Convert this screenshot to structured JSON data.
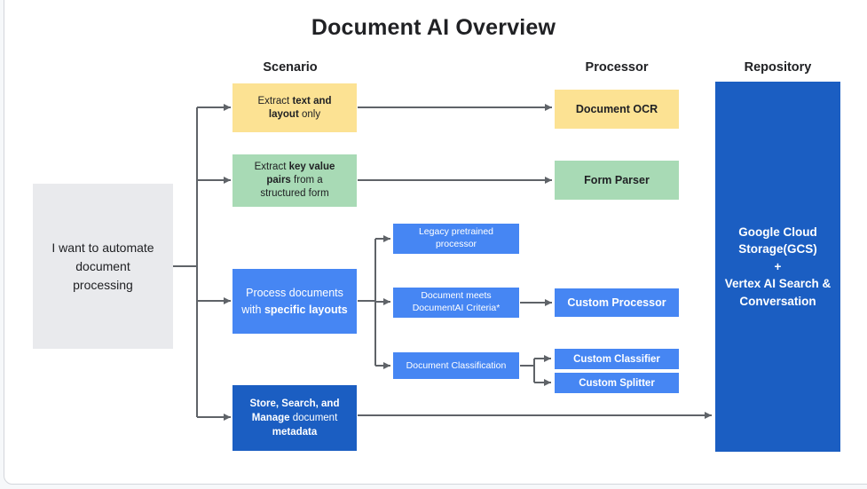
{
  "title": "Document AI Overview",
  "columns": {
    "scenario": "Scenario",
    "processor": "Processor",
    "repository": "Repository"
  },
  "intent": {
    "l1": "I want to automate",
    "l2": "document",
    "l3": "processing"
  },
  "scenarios": {
    "extract_text": {
      "l1a": "Extract ",
      "l1b": "text and",
      "l2b": "layout",
      "l2a": " only"
    },
    "extract_kv": {
      "l1a": "Extract ",
      "l1b": "key value",
      "l2b": "pairs",
      "l2a": " from a",
      "l3": "structured form"
    },
    "specific_layouts": {
      "l1": "Process documents",
      "l2a": "with ",
      "l2b": "specific layouts"
    },
    "store_search": {
      "l1b": "Store, Search, and",
      "l2b": "Manage",
      "l2a": " document",
      "l3b": "metadata"
    }
  },
  "branches": {
    "legacy": {
      "l1": "Legacy pretrained",
      "l2": "processor"
    },
    "criteria": {
      "l1": "Document meets",
      "l2": "DocumentAI Criteria*"
    },
    "classification": {
      "l1": "Document Classification"
    }
  },
  "processors": {
    "document_ocr": "Document OCR",
    "form_parser": "Form Parser",
    "custom_processor": "Custom Processor",
    "custom_classifier": "Custom Classifier",
    "custom_splitter": "Custom Splitter"
  },
  "repository": {
    "l1": "Google Cloud",
    "l2": "Storage(GCS)",
    "l3": "+",
    "l4": "Vertex AI Search &",
    "l5": "Conversation"
  },
  "colors": {
    "yellow": "#FCE293",
    "green": "#A8DAB5",
    "medium_blue": "#4686F3",
    "dark_blue": "#1B5EC2",
    "gray_box": "#E9EAED",
    "arrow": "#5F6368",
    "text_dark": "#202124"
  }
}
